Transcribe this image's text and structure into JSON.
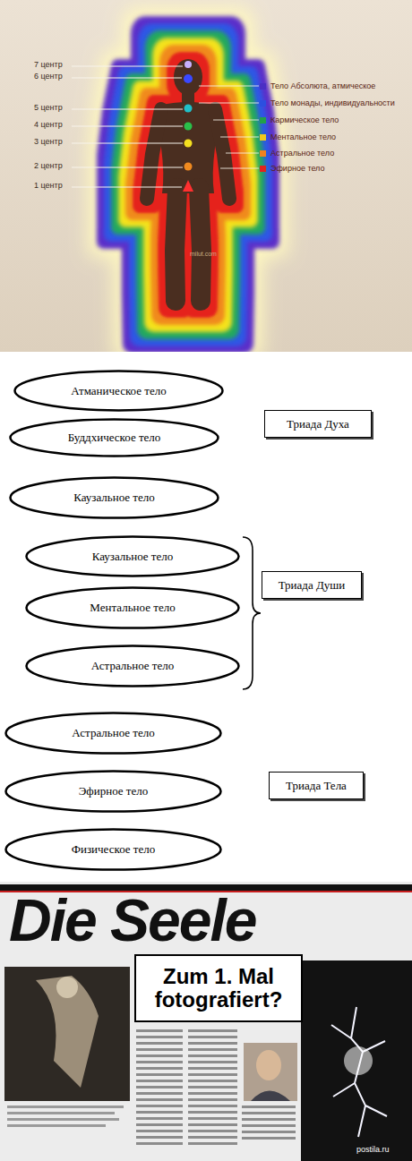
{
  "diagram": {
    "nodes": [
      {
        "text": [
          "Атманическое тело"
        ]
      },
      {
        "text": [
          "Триада Духа"
        ]
      },
      {
        "text": [
          "Буддхическое тело"
        ]
      },
      {
        "text": [
          "Каузальное тело"
        ]
      },
      {
        "text": [
          "Каузальное тело"
        ]
      },
      {
        "text": [
          "Триада Души"
        ]
      },
      {
        "text": [
          "Ментальное тело"
        ]
      },
      {
        "text": [
          "Астральное тело"
        ]
      },
      {
        "text": [
          "Астральное тело"
        ]
      },
      {
        "text": [
          "Триада Тела"
        ]
      },
      {
        "text": [
          "Эфирное тело"
        ]
      },
      {
        "text": [
          "Физическое тело"
        ]
      },
      {
        "text": [
          "Zum 1. Mal fotografiert?"
        ]
      }
    ],
    "labels": [
      "7 центр",
      "6 центр",
      "5 центр",
      "4 центр",
      "3 центр",
      "2 центр",
      "1 центр",
      "milut.com",
      "Die Seele",
      "postila.ru"
    ],
    "legend": [
      {
        "text": "Тело Абсолюта, атмическое",
        "color": "#4b2fc4"
      },
      {
        "text": "Тело монады, индивидуальности",
        "color": "#2c4fe0"
      },
      {
        "text": "Кармическое тело",
        "color": "#22a04a"
      },
      {
        "text": "Ментальное тело",
        "color": "#f0c81e"
      },
      {
        "text": "Астральное тело",
        "color": "#f0821e"
      },
      {
        "text": "Эфирное тело",
        "color": "#e0241e"
      }
    ]
  }
}
